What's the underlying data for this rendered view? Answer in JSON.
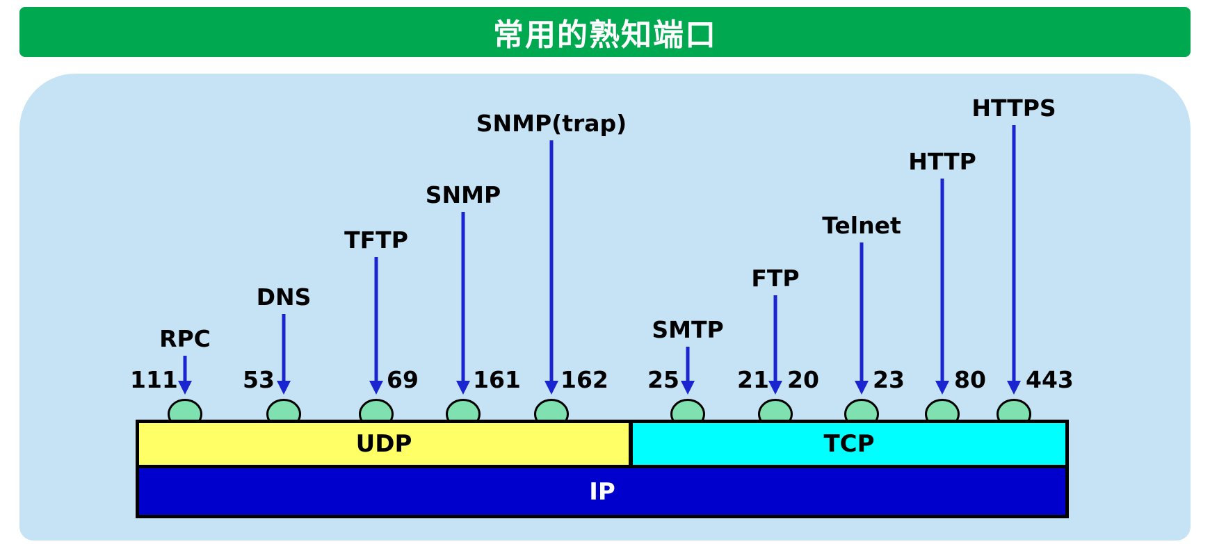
{
  "title": "常用的熟知端口",
  "layers": {
    "udp": "UDP",
    "tcp": "TCP",
    "ip": "IP"
  },
  "udp_ports": [
    {
      "protocol": "RPC",
      "port": "111"
    },
    {
      "protocol": "DNS",
      "port": "53"
    },
    {
      "protocol": "TFTP",
      "port": "69"
    },
    {
      "protocol": "SNMP",
      "port": "161"
    },
    {
      "protocol": "SNMP(trap)",
      "port": "162"
    }
  ],
  "tcp_ports": [
    {
      "protocol": "SMTP",
      "port": "25"
    },
    {
      "protocol": "FTP",
      "port": "21",
      "port2": "20"
    },
    {
      "protocol": "Telnet",
      "port": "23"
    },
    {
      "protocol": "HTTP",
      "port": "80"
    },
    {
      "protocol": "HTTPS",
      "port": "443"
    }
  ],
  "colors": {
    "title_bg": "#00a94f",
    "panel_bg": "#c6e3f6",
    "udp": "#ffff66",
    "tcp": "#00ffff",
    "ip": "#0000cc",
    "arrow": "#1a25d0",
    "port_circle": "#7fe0b0"
  }
}
